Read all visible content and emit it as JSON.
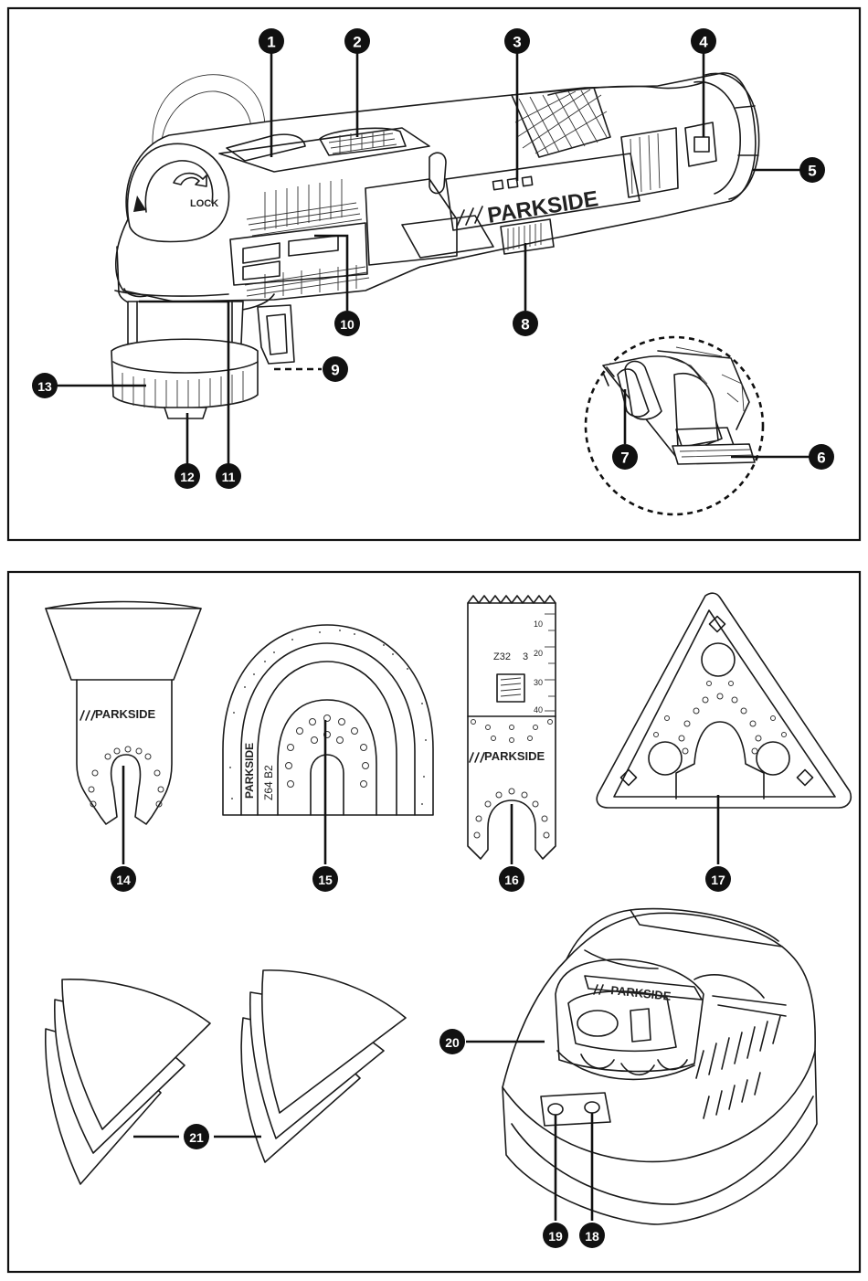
{
  "brand": "PARKSIDE",
  "lock_label": "LOCK",
  "blade_codes": {
    "semicircle": "Z64 B2",
    "plunge_code": "Z32",
    "plunge_count": "3",
    "ruler_marks": [
      "10",
      "20",
      "30",
      "40"
    ]
  },
  "callouts": {
    "c1": "1",
    "c2": "2",
    "c3": "3",
    "c4": "4",
    "c5": "5",
    "c6": "6",
    "c7": "7",
    "c8": "8",
    "c9": "9",
    "c10": "10",
    "c11": "11",
    "c12": "12",
    "c13": "13",
    "c14": "14",
    "c15": "15",
    "c16": "16",
    "c17": "17",
    "c18": "18",
    "c19": "19",
    "c20": "20",
    "c21": "21"
  }
}
